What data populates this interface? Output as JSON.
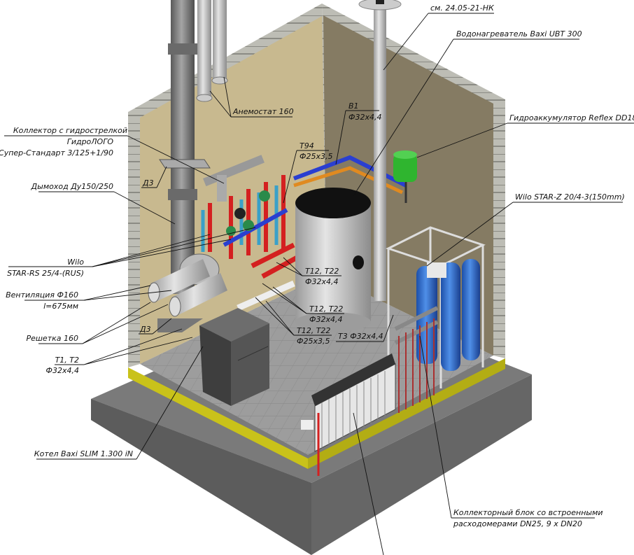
{
  "title": "Котельная — изометрическая схема",
  "colors": {
    "wall": "#8a806a",
    "wall_inner_left": "#c8b98f",
    "brick": "#b9b9b1",
    "floor": "#9a9a9a",
    "slab": "#6e6e6e",
    "yellow_band": "#c9c21a",
    "pipe_red": "#d42020",
    "pipe_blue": "#2a3fd0",
    "expansion_tank": "#2fb52f",
    "filters": "#2f6fd0"
  },
  "labels": {
    "ref_drawing": "см. 24.05-21-НК",
    "water_heater": "Водонагреватель Baxi UBT 300",
    "accumulator": "Гидроаккумулятор Reflex DD18",
    "wilo_z": "Wilo STAR-Z 20/4-3(150mm)",
    "b1_name": "В1",
    "b1_size": "Ф32х4,4",
    "t94_name": "Т94",
    "t94_size": "Ф25х3,5",
    "anemostat": "Анемостат 160",
    "collector_1": "Коллектор с гидрострелкой",
    "collector_2": "ГидроЛОГО",
    "collector_3": "Супер-Стандарт 3/125+1/90",
    "d3_top": "Д3",
    "chimney": "Дымоход Ду150/250",
    "wilo_rs_1": "Wilo",
    "wilo_rs_2": "STAR-RS 25/4-(RUS)",
    "vent_1": "Вентиляция Ф160",
    "vent_2": "l=675мм",
    "grille": "Решетка 160",
    "d3_bottom": "Д3",
    "t1t2_name": "Т1, Т2",
    "t1t2_size": "Ф32х4,4",
    "boiler": "Котел Baxi SLIM 1.300 iN",
    "t12a_name": "Т12, Т22",
    "t12a_size": "Ф32х4,4",
    "t12b_name": "Т12, Т22",
    "t12b_size": "Ф32х4,4",
    "t12c_name": "Т12, Т22",
    "t12c_size": "Ф25х3,5",
    "t3": "Т3 Ф32х4,4",
    "manifold_1": "Коллекторный блок со встроенными",
    "manifold_2": "расходомерами DN25, 9 x DN20"
  }
}
